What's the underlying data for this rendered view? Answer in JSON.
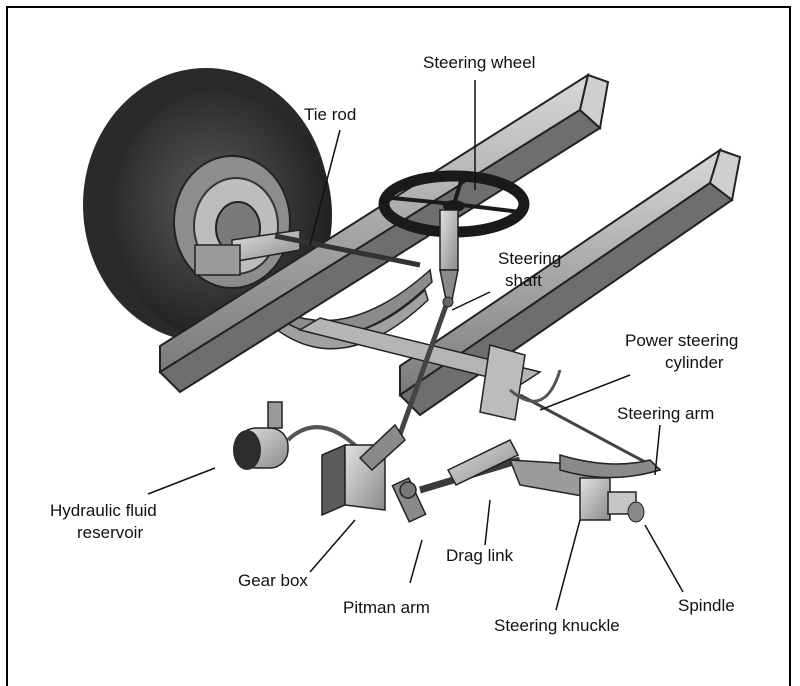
{
  "labels": {
    "steering_wheel": "Steering wheel",
    "tie_rod": "Tie rod",
    "steering_shaft_1": "Steering",
    "steering_shaft_2": "shaft",
    "power_steering_cylinder_1": "Power steering",
    "power_steering_cylinder_2": "cylinder",
    "steering_arm": "Steering arm",
    "hydraulic_fluid_reservoir_1": "Hydraulic fluid",
    "hydraulic_fluid_reservoir_2": "reservoir",
    "gear_box": "Gear box",
    "drag_link": "Drag link",
    "pitman_arm": "Pitman arm",
    "spindle": "Spindle",
    "steering_knuckle": "Steering knuckle"
  }
}
